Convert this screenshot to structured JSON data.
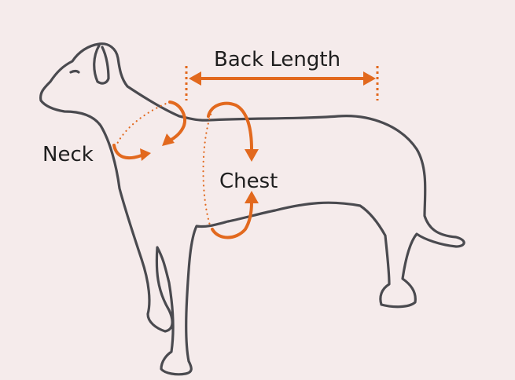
{
  "labels": {
    "back_length": "Back Length",
    "neck": "Neck",
    "chest": "Chest"
  },
  "colors": {
    "background": "#f5ebeb",
    "outline": "#4a4a4f",
    "accent": "#e2691e",
    "text": "#1e1e1e"
  }
}
